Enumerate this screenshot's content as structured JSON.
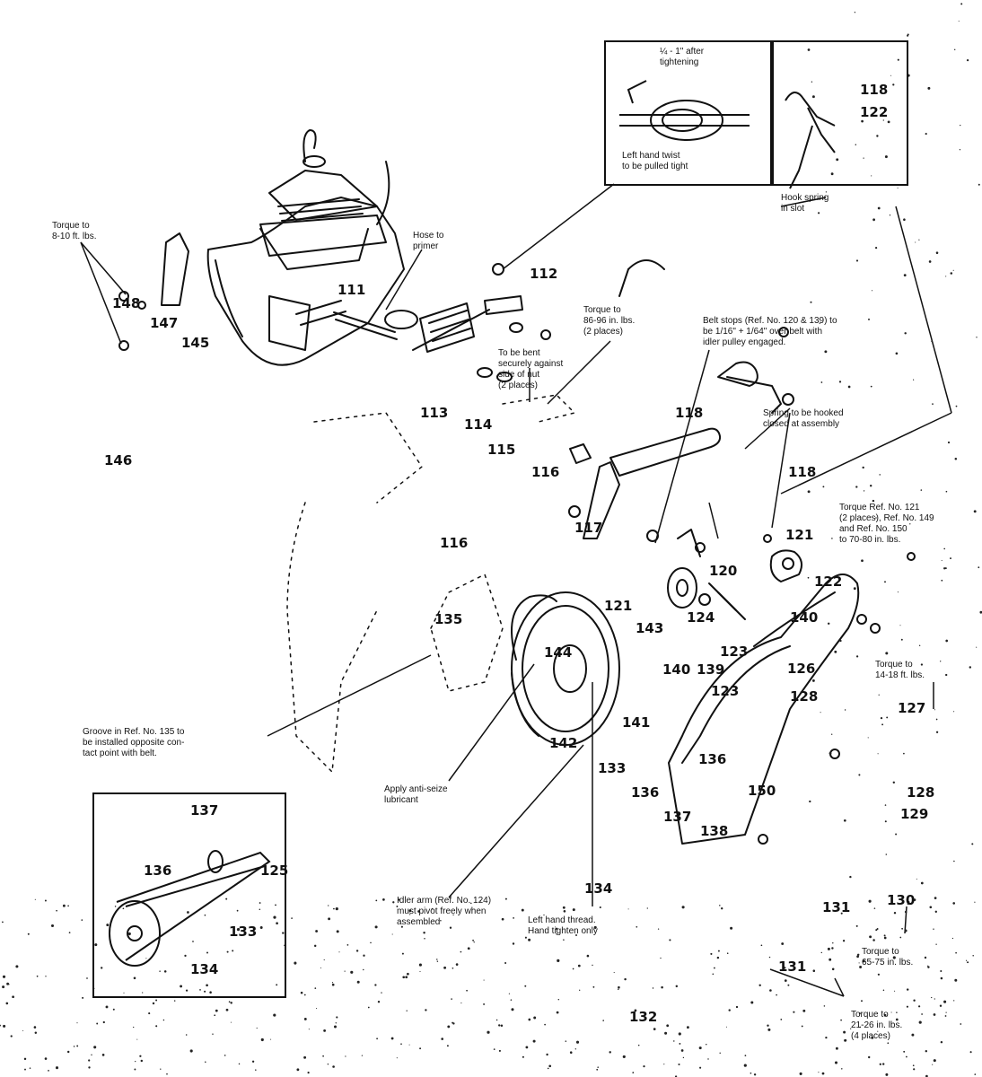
{
  "inset_knot": {
    "note_top": "¼ - 1\" after\ntightening",
    "note_bottom": "Left hand twist\nto be pulled tight"
  },
  "inset_spring": {
    "part_numbers": [
      "118",
      "122"
    ],
    "note": "Hook spring\nin slot"
  },
  "inset_belt": {
    "part_numbers": [
      "137",
      "136",
      "125",
      "133",
      "134"
    ]
  },
  "notes": {
    "torque_146_148": "Torque to\n8-10 ft. lbs.",
    "hose": "Hose to\nprimer",
    "torque_116": "Torque to\n86-96 in. lbs.\n(2 places)",
    "bend": "To be bent\nsecurely against\nside of nut\n(2 places)",
    "belt_stops": "Belt stops (Ref. No. 120 & 139) to\nbe 1/16\" + 1/64\" over belt with\nidler pulley engaged.",
    "spring_hooked": "Spring to be hooked\nclosed at assembly",
    "torque_121": "Torque Ref. No. 121\n(2 places), Ref. No. 149\nand Ref. No. 150\nto 70-80 in. lbs.",
    "torque_128": "Torque to\n14-18 ft. lbs.",
    "groove": "Groove in Ref. No. 135 to\nbe installed opposite con-\ntact point with belt.",
    "anti_seize": "Apply anti-seize\nlubricant",
    "idler_arm": "Idler arm (Ref. No. 124)\nmust pivot freely when\nassembled",
    "left_hand_thread": "Left hand thread.\nHand tighten only",
    "torque_130": "Torque to\n65-75 in. lbs.",
    "torque_131": "Torque to\n21-26 in. lbs.\n(4 places)"
  },
  "part_numbers": {
    "p111": "111",
    "p112": "112",
    "p113": "113",
    "p114": "114",
    "p115": "115",
    "p116a": "116",
    "p116b": "116",
    "p117": "117",
    "p118a": "118",
    "p118b": "118",
    "p120": "120",
    "p121a": "121",
    "p121b": "121",
    "p122": "122",
    "p123a": "123",
    "p123b": "123",
    "p124": "124",
    "p126": "126",
    "p128": "128",
    "p127": "127",
    "p128b": "128",
    "p129": "129",
    "p130": "130",
    "p131a": "131",
    "p131b": "131",
    "p132": "132",
    "p133": "133",
    "p134": "134",
    "p135": "135",
    "p136a": "136",
    "p136b": "136",
    "p137": "137",
    "p138": "138",
    "p139": "139",
    "p140a": "140",
    "p140b": "140",
    "p141": "141",
    "p142": "142",
    "p143": "143",
    "p144": "144",
    "p145": "145",
    "p146": "146",
    "p147": "147",
    "p148": "148",
    "p150": "150"
  }
}
